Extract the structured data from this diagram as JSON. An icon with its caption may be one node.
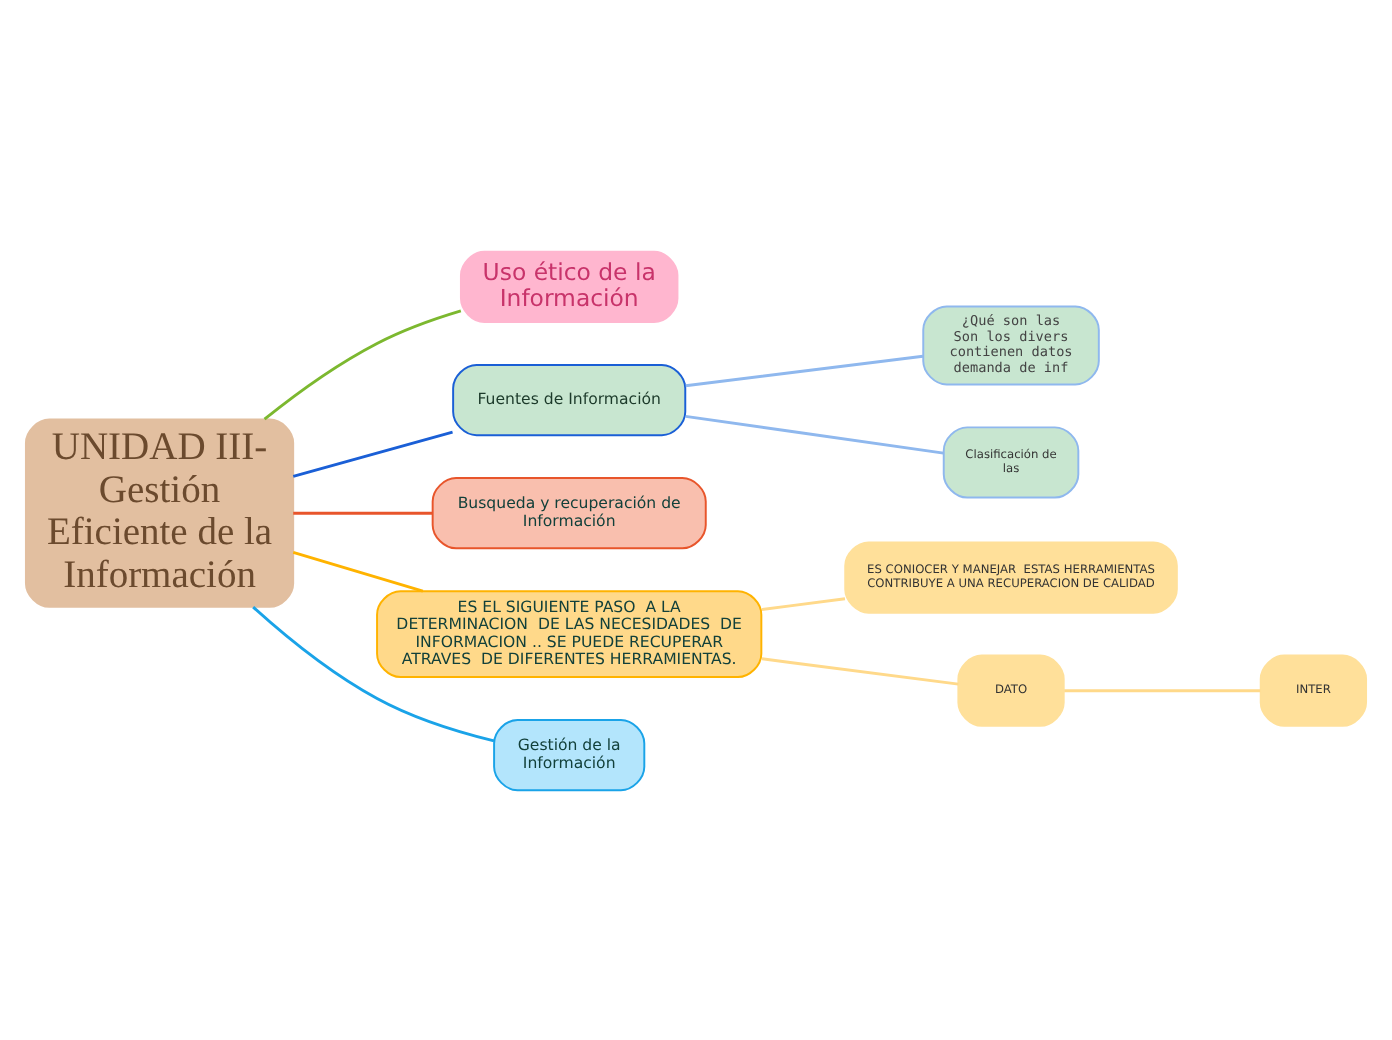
{
  "diagram": {
    "nodes": [
      {
        "text": [
          "UNIDAD III- Gestión Eficiente de la Información"
        ]
      },
      {
        "text": [
          "Uso ético de la Información"
        ]
      },
      {
        "text": [
          "Fuentes de Información"
        ]
      },
      {
        "text": [
          "¿Qué son las",
          "Son los divers contienen datos demanda de inf"
        ]
      },
      {
        "text": [
          "Clasificación de las"
        ]
      },
      {
        "text": [
          "Busqueda y recuperación de Información"
        ]
      },
      {
        "text": [
          "ES EL SIGUIENTE PASO  A LA DETERMINACION  DE LAS NECESIDADES  DE INFORMACION .. SE PUEDE RECUPERAR ATRAVES  DE DIFERENTES HERRAMIENTAS."
        ]
      },
      {
        "text": [
          "ES CONIOCER Y MANEJAR  ESTAS HERRAMIENTAS CONTRIBUYE A UNA RECUPERACION DE CALIDAD"
        ]
      },
      {
        "text": [
          "DATO"
        ]
      },
      {
        "text": [
          "INTER"
        ]
      },
      {
        "text": [
          "Gestión de la Información"
        ]
      }
    ],
    "edges": [
      {
        "from": 0,
        "to": 1,
        "arrow": "none",
        "color": "#7cb82f"
      },
      {
        "from": 0,
        "to": 2,
        "arrow": "none",
        "color": "#1a5fd6"
      },
      {
        "from": 2,
        "to": 3,
        "arrow": "none",
        "color": "#8fb8ee"
      },
      {
        "from": 2,
        "to": 4,
        "arrow": "none",
        "color": "#8fb8ee"
      },
      {
        "from": 0,
        "to": 5,
        "arrow": "none",
        "color": "#e8552b"
      },
      {
        "from": 0,
        "to": 6,
        "arrow": "none",
        "color": "#ffb300"
      },
      {
        "from": 6,
        "to": 7,
        "arrow": "none",
        "color": "#ffd98a"
      },
      {
        "from": 6,
        "to": 8,
        "arrow": "none",
        "color": "#ffd98a"
      },
      {
        "from": 8,
        "to": 9,
        "arrow": "none",
        "color": "#ffd98a"
      },
      {
        "from": 0,
        "to": 10,
        "arrow": "none",
        "color": "#1aa3e8"
      }
    ]
  }
}
